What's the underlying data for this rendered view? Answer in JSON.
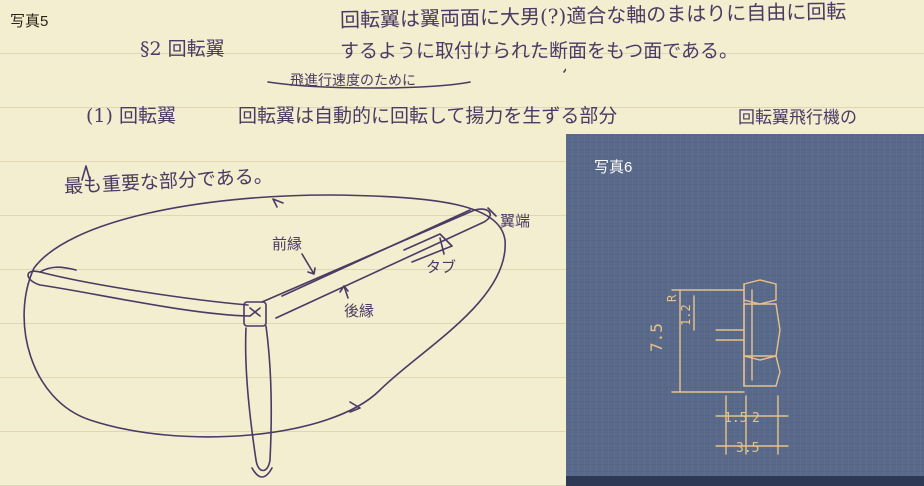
{
  "photo5": {
    "caption": "写真5",
    "heading": "§2 回転翼",
    "line1": "回転翼は翼両面に大男(?)適合な軸のまはりに自由に回転",
    "line2": "するように取付けられた断面をもつ面である。",
    "insertion": "飛進行速度のために",
    "line3_prefix": "(1) 回転翼",
    "line3": "回転翼は自動的に回転して揚力を生ずる部分",
    "line3_struck": "回転翼飛行機の",
    "line4": "最も重要な部分である。",
    "labels": {
      "leading_edge": "前縁",
      "trailing_edge": "後縁",
      "tab": "タブ",
      "blade_tip": "翼端"
    }
  },
  "photo6": {
    "caption": "写真6",
    "dims": {
      "d_75": "7.5",
      "d_R": "R",
      "d_12": "1.2",
      "d_15": "1.5",
      "d_2": "2",
      "d_35": "3.5"
    }
  }
}
